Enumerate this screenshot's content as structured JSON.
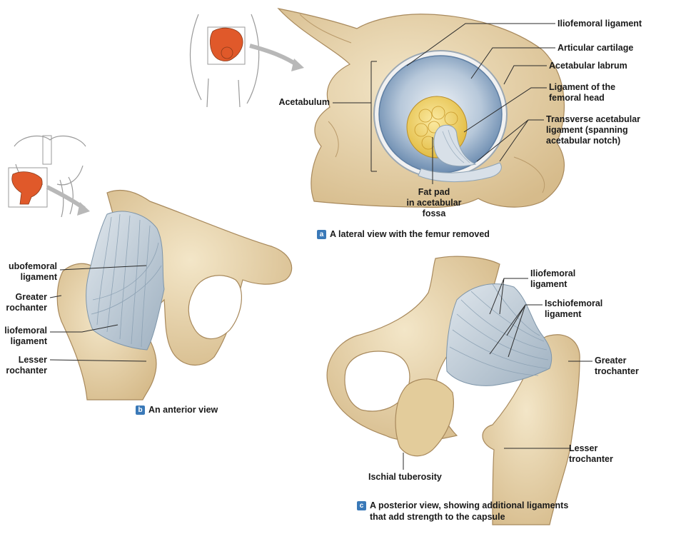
{
  "panel_a": {
    "badge": "a",
    "caption": "A lateral view with the femur removed",
    "labels": {
      "iliofemoral": "Iliofemoral ligament",
      "articular_cartilage": "Articular cartilage",
      "acetabular_labrum": "Acetabular labrum",
      "ligament_femoral_head": [
        "Ligament of the",
        "femoral head"
      ],
      "transverse_acetabular": [
        "Transverse acetabular",
        "ligament (spanning",
        "acetabular notch)"
      ],
      "acetabulum": "Acetabulum",
      "fat_pad": [
        "Fat pad",
        "in acetabular",
        "fossa"
      ]
    }
  },
  "panel_b": {
    "badge": "b",
    "caption": "An anterior view",
    "labels": {
      "pubofemoral": [
        "ubofemoral",
        "ligament"
      ],
      "greater_trochanter": [
        "Greater",
        "rochanter"
      ],
      "iliofemoral": [
        "liofemoral",
        "ligament"
      ],
      "lesser_trochanter": [
        "Lesser",
        "rochanter"
      ]
    }
  },
  "panel_c": {
    "badge": "c",
    "caption": [
      "A posterior view, showing additional ligaments",
      "that add strength to the capsule"
    ],
    "labels": {
      "iliofemoral": [
        "Iliofemoral",
        "ligament"
      ],
      "ischiofemoral": [
        "Ischiofemoral",
        "ligament"
      ],
      "greater_trochanter": [
        "Greater",
        "trochanter"
      ],
      "lesser_trochanter": [
        "Lesser",
        "trochanter"
      ],
      "ischial_tuberosity": "Ischial tuberosity"
    }
  },
  "colors": {
    "bone": "#e7d3ab",
    "bone_shade": "#c9ad7c",
    "ligament": "#bcc9d4",
    "ligament_line": "#8ea3b5",
    "cartilage_blue": "#8aa7c6",
    "fat": "#f2d66a",
    "locator_orange": "#e0592a",
    "badge": "#3a79b8"
  }
}
